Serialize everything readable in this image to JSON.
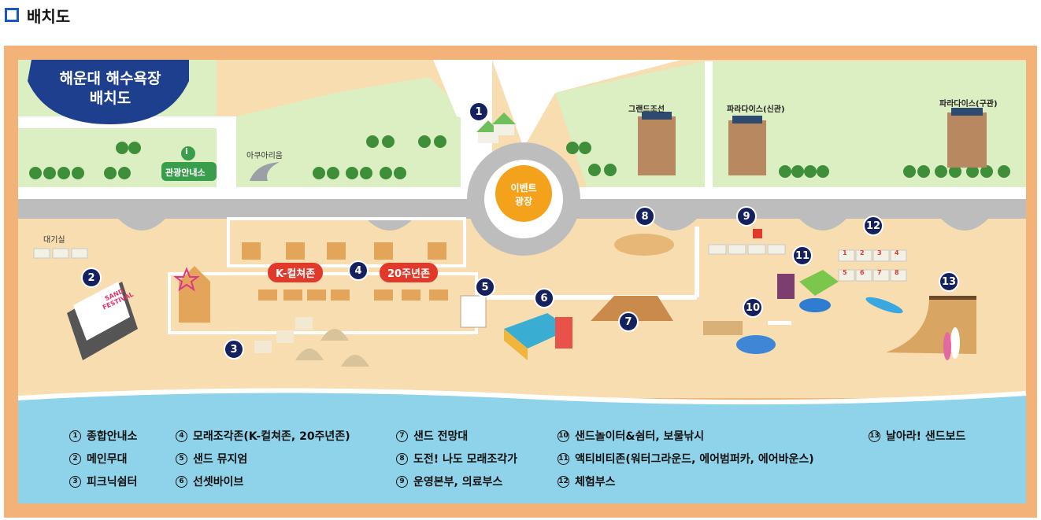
{
  "page": {
    "title": "배치도"
  },
  "map": {
    "title_line1": "해운대 해수욕장",
    "title_line2": "배치도",
    "place_labels": {
      "tourist_info": "관광안내소",
      "aquarium": "아쿠아리움",
      "event_square_1": "이벤트",
      "event_square_2": "광장",
      "waiting_room": "대기실",
      "grand_chosun": "그랜드조선",
      "paradise_new": "파라다이스(신관)",
      "paradise_old": "파라다이스(구관)",
      "k_culture_zone": "K-컬쳐존",
      "anniversary_zone": "20주년존",
      "stage_sign": "SAND FESTIVAL",
      "info_icon": "i"
    },
    "markers": [
      "1",
      "2",
      "3",
      "4",
      "5",
      "6",
      "7",
      "8",
      "9",
      "10",
      "11",
      "12",
      "13"
    ],
    "booth_numbers": [
      "1",
      "2",
      "3",
      "4",
      "5",
      "6",
      "7",
      "8"
    ],
    "colors": {
      "marker": "#14215e",
      "sand": "#f7ddb0",
      "sea": "#8fd3ea",
      "grass": "#dcefc2",
      "road": "#bdbdbd",
      "border": "#f3b278",
      "badge": "#1d3f8e",
      "event": "#f4a21c",
      "pill": "#e23a2a"
    }
  },
  "legend": [
    {
      "num": "1",
      "label": "종합안내소"
    },
    {
      "num": "2",
      "label": "메인무대"
    },
    {
      "num": "3",
      "label": "피크닉쉼터"
    },
    {
      "num": "4",
      "label": "모래조각존(K-컬쳐존, 20주년존)"
    },
    {
      "num": "5",
      "label": "샌드 뮤지엄"
    },
    {
      "num": "6",
      "label": "선셋바이브"
    },
    {
      "num": "7",
      "label": "샌드 전망대"
    },
    {
      "num": "8",
      "label": "도전! 나도 모래조각가"
    },
    {
      "num": "9",
      "label": "운영본부, 의료부스"
    },
    {
      "num": "10",
      "label": "샌드놀이터&쉼터, 보물낚시"
    },
    {
      "num": "11",
      "label": "액티비티존(워터그라운드, 에어범퍼카, 에어바운스)"
    },
    {
      "num": "12",
      "label": "체험부스"
    },
    {
      "num": "13",
      "label": "날아라! 샌드보드"
    }
  ]
}
